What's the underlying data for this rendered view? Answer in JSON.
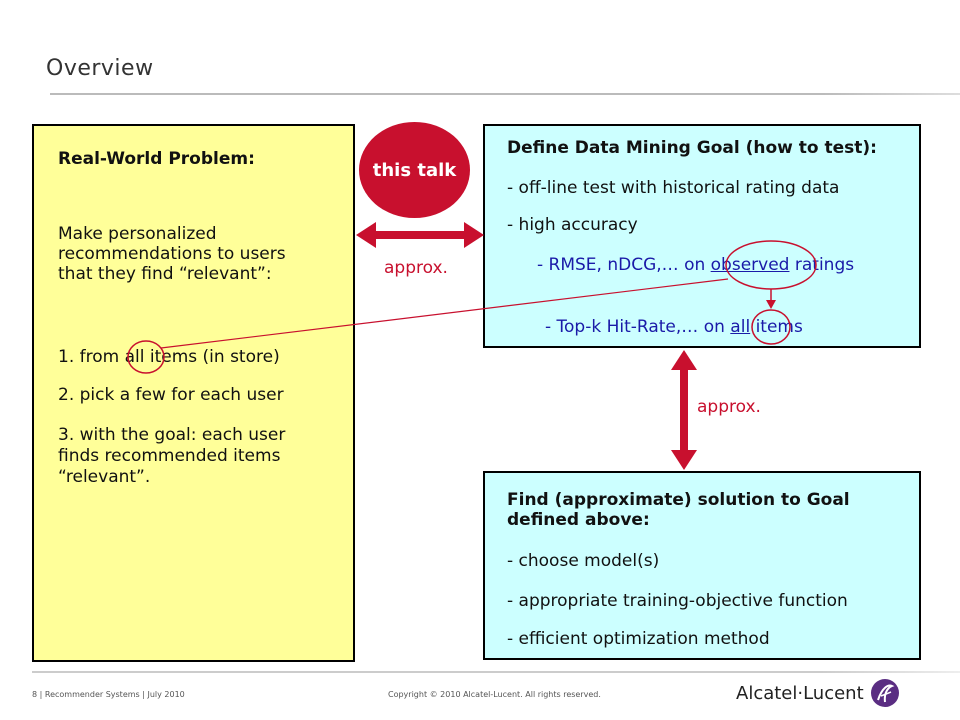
{
  "title": "Overview",
  "left_box": {
    "heading": "Real-World Problem:",
    "intro_lines": [
      "Make personalized",
      "recommendations  to users",
      "that they find “relevant”:"
    ],
    "item1_pre": "1. from ",
    "item1_circled": "all",
    "item1_post": " items (in store)",
    "item2": "2. pick a few for each user",
    "item3_lines": [
      "3. with the goal: each user",
      "finds recommended  items",
      "“relevant”."
    ]
  },
  "bubble_label": "this talk",
  "approx_horizontal": "approx.",
  "approx_vertical": "approx.",
  "top_right_box": {
    "heading": "Define Data Mining Goal (how to test):",
    "line1": "- off-line test with historical rating data",
    "line2": "- high accuracy",
    "line3_pre": "- RMSE, nDCG,… on ",
    "line3_circled": "observed",
    "line3_post": " ratings",
    "line4_pre": "- Top-k Hit-Rate,… on ",
    "line4_circled": "all",
    "line4_post": " items"
  },
  "bottom_right_box": {
    "heading_lines": [
      "Find (approximate) solution to Goal",
      "defined above:"
    ],
    "line1": "- choose model(s)",
    "line2": "- appropriate training-objective function",
    "line3": "- efficient optimization method"
  },
  "footer": {
    "left": "8 | Recommender Systems | July 2010",
    "copyright": "Copyright © 2010 Alcatel-Lucent. All rights reserved.",
    "logo_text": "Alcatel·Lucent"
  },
  "colors": {
    "accent_red": "#c8102e",
    "box_yellow": "#ffff99",
    "box_cyan": "#ccffff",
    "blue_text": "#1a1aa8"
  }
}
